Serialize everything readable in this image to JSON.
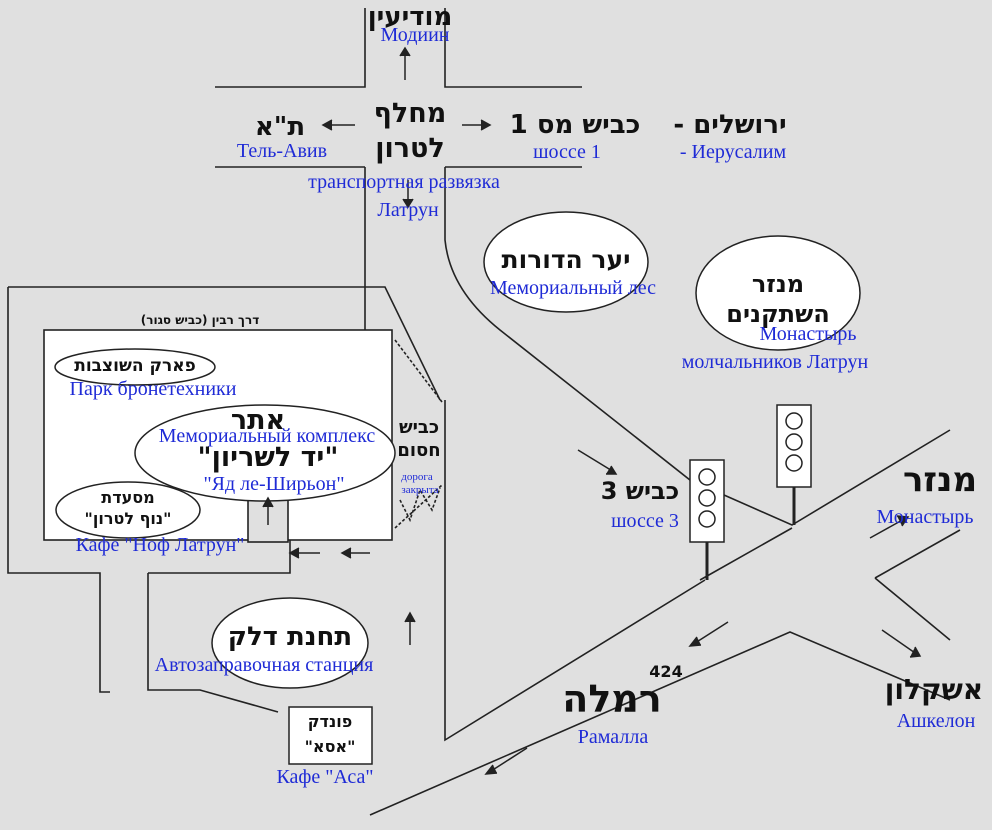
{
  "colors": {
    "background": "#e0e0e0",
    "road_line": "#222222",
    "russian_label": "#1f2bd6",
    "hebrew_label": "#111111",
    "ellipse_fill": "#ffffff"
  },
  "modiin": {
    "he": "מודיעין",
    "ru": "Модиин"
  },
  "tel_aviv": {
    "he": "ת\"א",
    "ru": "Тель-Авив"
  },
  "interchange": {
    "he_1": "מחלף",
    "he_2": "לטרון",
    "ru_1": "транспортная развязка",
    "ru_2": "Латрун"
  },
  "highway1": {
    "he_road": "כביש מס 1",
    "he_city": "ירושלים -",
    "ru_road": "шоссе 1",
    "ru_city": "-  Иерусалим"
  },
  "forest": {
    "he": "יער הדורות",
    "ru": "Мемориальный лес"
  },
  "monastery_silent": {
    "he_1": "מנזר",
    "he_2": "השתקנים",
    "ru_1": "Монастырь",
    "ru_2": "молчальников Латрун"
  },
  "rabin_road": {
    "he": "דרך רבין (כביש סגור)"
  },
  "tank_park": {
    "he": "פארק השוצבות",
    "ru": "Парк бронетехники"
  },
  "yad_lashiryon": {
    "he_1": "אתר",
    "he_2": "\"יד לשריון\"",
    "ru_1": "Мемориальный комплекс",
    "ru_2": "\"Яд ле-Ширьон\""
  },
  "closed_road": {
    "he_1": "כביש",
    "he_2": "חסום",
    "ru_1": "дорога",
    "ru_2": "закрыта"
  },
  "cafe_nof": {
    "he_1": "מסעדת",
    "he_2": "\"נוף לטרון\"",
    "ru": "Кафе \"Ноф Латрун\""
  },
  "highway3": {
    "he": "כביש 3",
    "ru": "шоссе 3"
  },
  "monastery": {
    "he": "מנזר",
    "ru": "Монастырь"
  },
  "gas_station": {
    "he": "תחנת דלק",
    "ru": "Автозаправочная станция"
  },
  "cafe_asa": {
    "he_1": "פונדק",
    "he_2": "\"אסא\"",
    "ru": "Кафе \"Аса\""
  },
  "road_number": "424",
  "ramla": {
    "he": "רמלה",
    "ru": "Рамалла"
  },
  "ashkelon": {
    "he": "אשקלון",
    "ru": "Ашкелон"
  }
}
